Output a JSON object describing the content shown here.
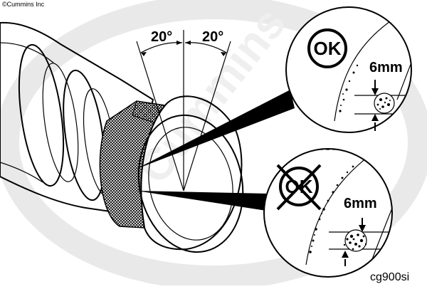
{
  "copyright": "©Cummins Inc",
  "watermark": "Cummins",
  "angle_left": "20°",
  "angle_right": "20°",
  "ok_detail": {
    "badge": "OK",
    "dimension": "6mm"
  },
  "not_ok_detail": {
    "badge": "OK",
    "dimension": "6mm"
  },
  "figure_id": "cg900si"
}
